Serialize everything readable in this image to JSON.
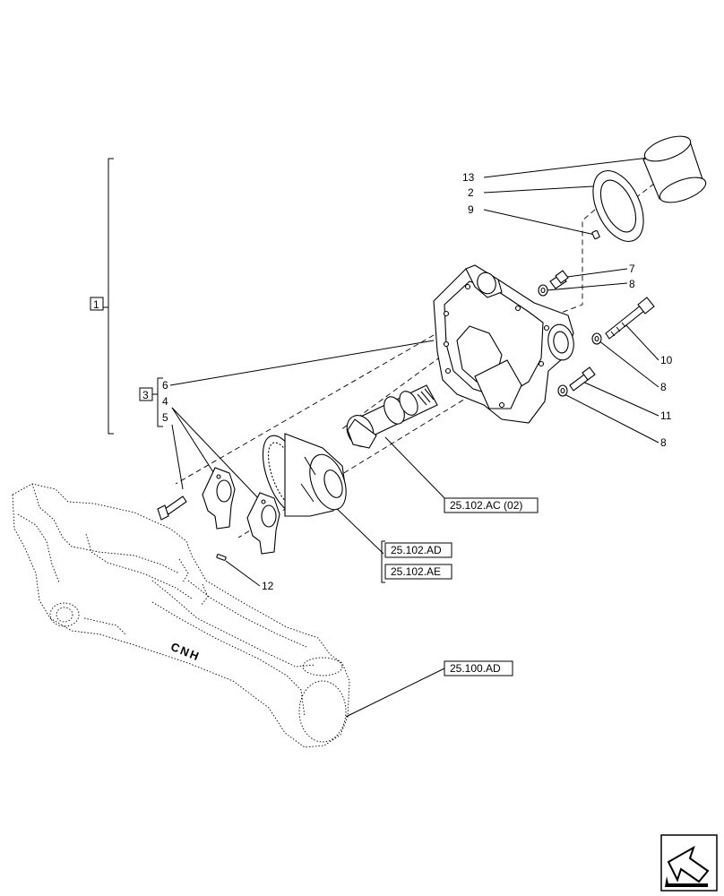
{
  "callouts": {
    "c13": "13",
    "c2": "2",
    "c9": "9",
    "c7": "7",
    "c8a": "8",
    "c10": "10",
    "c8b": "8",
    "c11": "11",
    "c8c": "8",
    "c1": "1",
    "c3": "3",
    "c6": "6",
    "c4": "4",
    "c5": "5",
    "c12": "12"
  },
  "references": {
    "r1": "25.102.AC (02)",
    "r2": "25.102.AD",
    "r3": "25.102.AE",
    "r4": "25.100.AD"
  },
  "casting_mark": "CNH",
  "nav_icon": "arrow-next-page-icon"
}
